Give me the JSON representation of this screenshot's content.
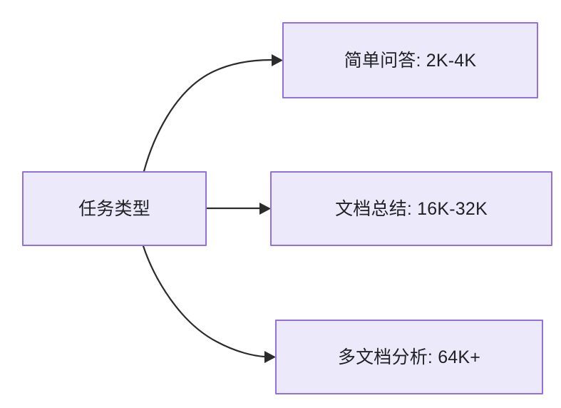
{
  "diagram": {
    "type": "flowchart",
    "direction": "left-to-right",
    "background_color": "#ffffff",
    "node_fill_color": "#EBE9FA",
    "node_border_color": "#9370DB",
    "node_text_color": "#1F2023",
    "edge_color": "#2B2B2B",
    "root": {
      "id": "task-type",
      "label": "任务类型"
    },
    "branches": [
      {
        "id": "simple-qa",
        "label": "简单问答: 2K-4K",
        "task": "简单问答",
        "context_range": "2K-4K",
        "edge_style": "curved-up"
      },
      {
        "id": "doc-summary",
        "label": "文档总结: 16K-32K",
        "task": "文档总结",
        "context_range": "16K-32K",
        "edge_style": "straight"
      },
      {
        "id": "multi-doc",
        "label": "多文档分析: 64K+",
        "task": "多文档分析",
        "context_range": "64K+",
        "edge_style": "curved-down"
      }
    ]
  }
}
